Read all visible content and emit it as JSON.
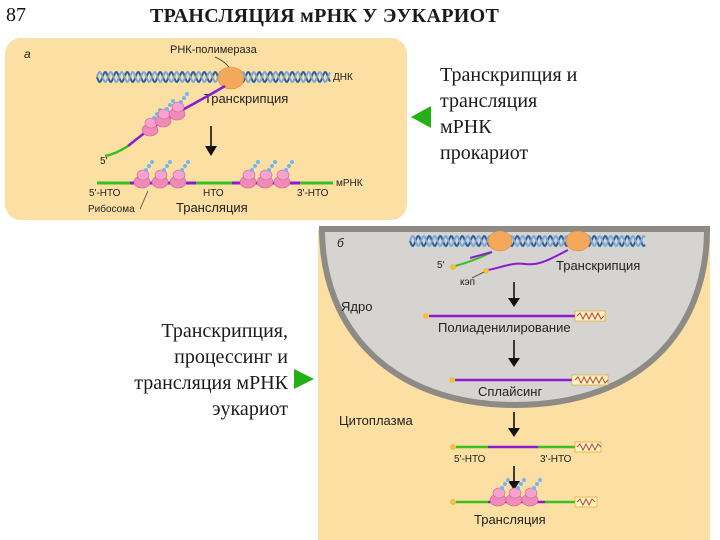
{
  "slide": {
    "number": "87",
    "title": "ТРАНСЛЯЦИЯ мРНК У ЭУКАРИОТ"
  },
  "prokaryote_caption": [
    "Транскрипция и",
    "трансляция",
    "мРНК",
    "прокариот"
  ],
  "eukaryote_caption": [
    "Транскрипция,",
    "процессинг и",
    "трансляция мРНК",
    "эукариот"
  ],
  "panel_a": {
    "letter": "а",
    "rna_polymerase": "РНК-полимераза",
    "dna": "ДНК",
    "transcription": "Транскрипция",
    "five_prime": "5'",
    "five_utr": "5'-НТО",
    "utr": "НТО",
    "three_utr": "3'-НТО",
    "mrna": "мРНК",
    "ribosome": "Рибосома",
    "translation": "Трансляция"
  },
  "panel_b": {
    "letter": "б",
    "five_prime": "5'",
    "transcription": "Транскрипция",
    "cap": "кэп",
    "nucleus": "Ядро",
    "polyadenylation": "Полиаденилирование",
    "splicing": "Сплайсинг",
    "cytoplasm": "Цитоплазма",
    "five_utr": "5'-НТО",
    "three_utr": "3'-НТО",
    "translation": "Трансляция"
  },
  "colors": {
    "panel_fill": "#fbdfa3",
    "nucleus_fill": "#d6d4d0",
    "nucleus_border": "#8e8b86",
    "dna_strand": "#2a5f9e",
    "polymerase": "#f4a85c",
    "ribosome": "#f08ab8",
    "mrna_coding": "#8a1bd0",
    "mrna_utr": "#38c020",
    "polya": "#d4a010",
    "arrow": "#22b014"
  }
}
